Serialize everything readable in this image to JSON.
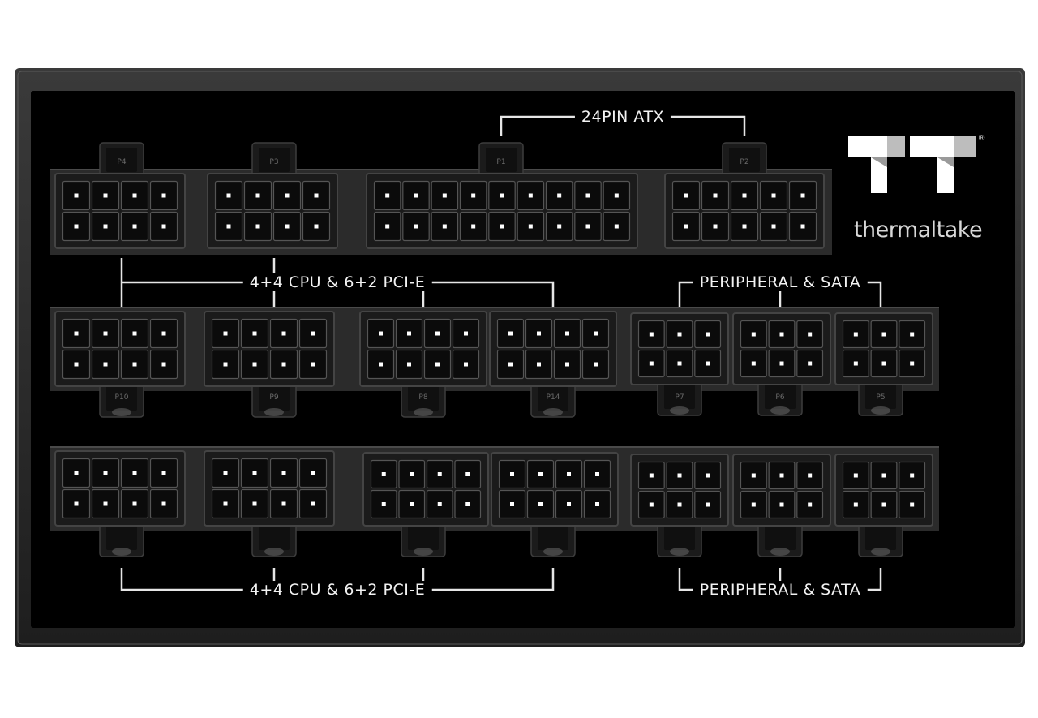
{
  "labels": {
    "atx": "24PIN ATX",
    "cpu_pcie_top": "4+4 CPU & 6+2 PCI-E",
    "peripheral_top": "PERIPHERAL & SATA",
    "cpu_pcie_bottom": "4+4 CPU & 6+2 PCI-E",
    "peripheral_bottom": "PERIPHERAL & SATA"
  },
  "brand": {
    "name": "thermaltake",
    "trademark": "®",
    "logo_icon": "tt-logo-icon"
  },
  "port_ids": {
    "top": [
      "P4",
      "P3",
      "P1",
      "P2"
    ],
    "middle": [
      "P10",
      "P9",
      "P8",
      "P14",
      "P7",
      "P6",
      "P5"
    ]
  },
  "colors": {
    "panel": "#000000",
    "frame": "#2e2e2e",
    "connector": "#1b1b1b",
    "pin": "#ffffff",
    "label_text": "#f2f2f2",
    "bracket_line": "#e6e6e6"
  }
}
